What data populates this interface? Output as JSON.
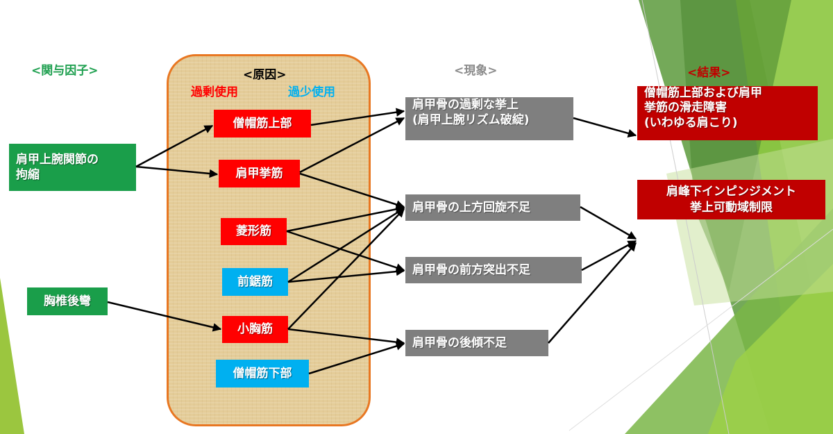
{
  "colors": {
    "factor": "#1a9e4a",
    "overuse": "#ff0000",
    "underuse": "#00b0f0",
    "phenomenon": "#7f7f7f",
    "result": "#c00000",
    "panel_border": "#e87722"
  },
  "headers": {
    "factors": "<関与因子>",
    "causes": "<原因>",
    "phenomena": "<現象>",
    "results": "<結果>"
  },
  "legend": {
    "overuse": "過剰使用",
    "underuse": "過少使用"
  },
  "factors": [
    {
      "line1": "肩甲上腕関節の",
      "line2": "拘縮"
    },
    {
      "label": "胸椎後彎"
    }
  ],
  "causes": [
    "僧帽筋上部",
    "肩甲挙筋",
    "菱形筋",
    "前鋸筋",
    "小胸筋",
    "僧帽筋下部"
  ],
  "phenomena": [
    {
      "line1": "肩甲骨の過剰な挙上",
      "line2": "(肩甲上腕リズム破綻)"
    },
    {
      "label": "肩甲骨の上方回旋不足"
    },
    {
      "label": "肩甲骨の前方突出不足"
    },
    {
      "label": "肩甲骨の後傾不足"
    }
  ],
  "results": [
    {
      "line1": "僧帽筋上部および肩甲",
      "line2": "挙筋の滑走障害",
      "line3": "(いわゆる肩こり)"
    },
    {
      "line1": "肩峰下インピンジメント",
      "line2": "挙上可動域制限"
    }
  ]
}
